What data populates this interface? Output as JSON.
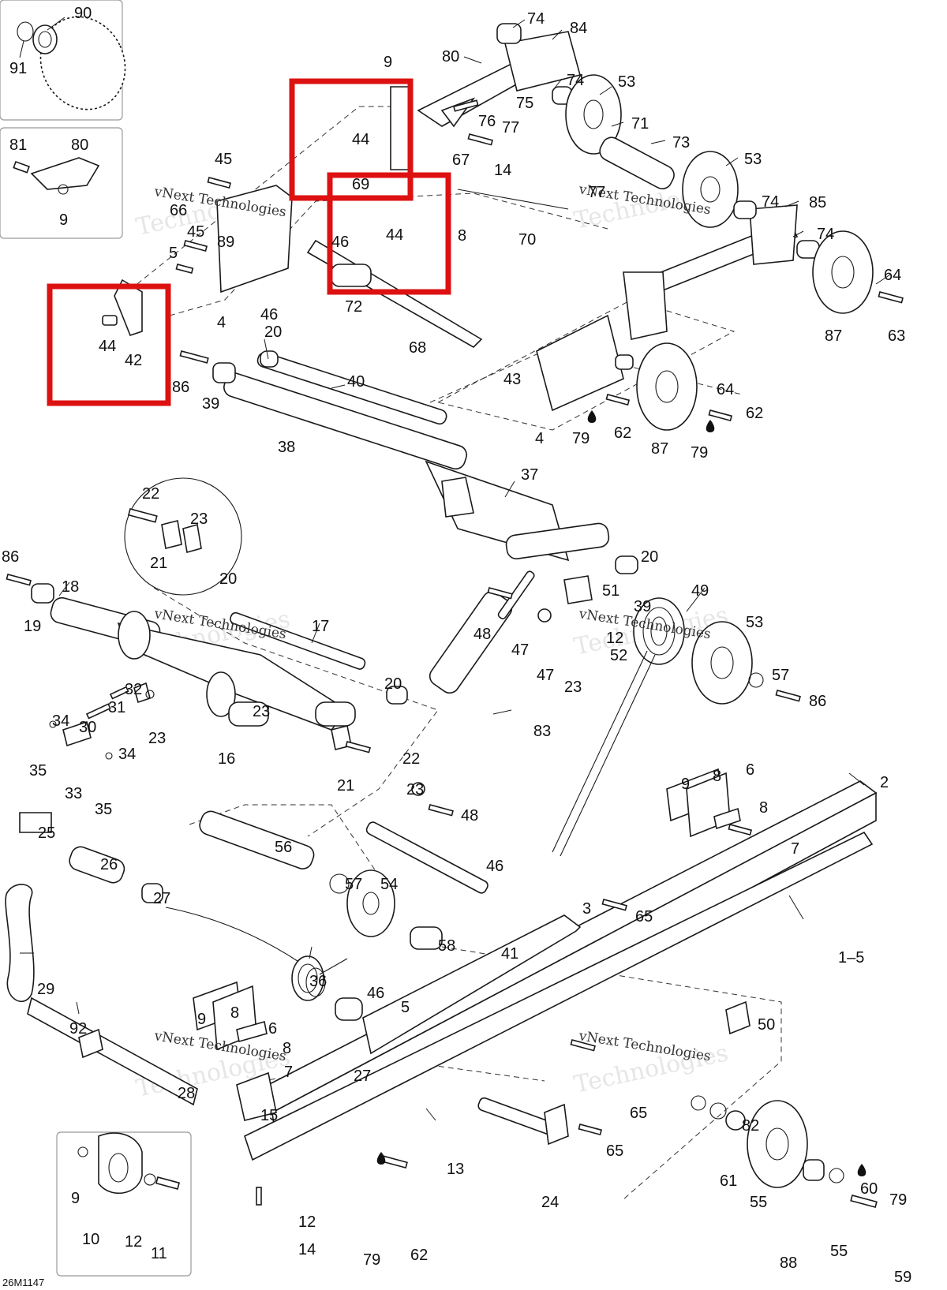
{
  "diagram": {
    "code": "26M1147",
    "watermark": "vNext Technologies",
    "watermark_big": "Technologies",
    "highlight_color": "#dd1111",
    "labels": [
      {
        "id": "l90",
        "text": "90"
      },
      {
        "id": "l91",
        "text": "91"
      },
      {
        "id": "l81",
        "text": "81"
      },
      {
        "id": "l80a",
        "text": "80"
      },
      {
        "id": "l9a",
        "text": "9"
      },
      {
        "id": "l74a",
        "text": "74"
      },
      {
        "id": "l84",
        "text": "84"
      },
      {
        "id": "l80b",
        "text": "80"
      },
      {
        "id": "l9b",
        "text": "9"
      },
      {
        "id": "l74b",
        "text": "74"
      },
      {
        "id": "l53a",
        "text": "53"
      },
      {
        "id": "l75",
        "text": "75"
      },
      {
        "id": "l76",
        "text": "76"
      },
      {
        "id": "l77a",
        "text": "77"
      },
      {
        "id": "l71",
        "text": "71"
      },
      {
        "id": "l73",
        "text": "73"
      },
      {
        "id": "l44a",
        "text": "44"
      },
      {
        "id": "l67",
        "text": "67"
      },
      {
        "id": "l14a",
        "text": "14"
      },
      {
        "id": "l53b",
        "text": "53"
      },
      {
        "id": "l45a",
        "text": "45"
      },
      {
        "id": "l69",
        "text": "69"
      },
      {
        "id": "l77b",
        "text": "77"
      },
      {
        "id": "l74c",
        "text": "74"
      },
      {
        "id": "l85",
        "text": "85"
      },
      {
        "id": "l66",
        "text": "66"
      },
      {
        "id": "l45b",
        "text": "45"
      },
      {
        "id": "l89",
        "text": "89"
      },
      {
        "id": "l46a",
        "text": "46"
      },
      {
        "id": "l44b",
        "text": "44"
      },
      {
        "id": "l8a",
        "text": "8"
      },
      {
        "id": "l70",
        "text": "70"
      },
      {
        "id": "l74d",
        "text": "74"
      },
      {
        "id": "l5a",
        "text": "5"
      },
      {
        "id": "l64a",
        "text": "64"
      },
      {
        "id": "l72",
        "text": "72"
      },
      {
        "id": "l4a",
        "text": "4"
      },
      {
        "id": "l46b",
        "text": "46"
      },
      {
        "id": "l63",
        "text": "63"
      },
      {
        "id": "l87a",
        "text": "87"
      },
      {
        "id": "l44c",
        "text": "44"
      },
      {
        "id": "l42",
        "text": "42"
      },
      {
        "id": "l20a",
        "text": "20"
      },
      {
        "id": "l68",
        "text": "68"
      },
      {
        "id": "l86a",
        "text": "86"
      },
      {
        "id": "l39a",
        "text": "39"
      },
      {
        "id": "l40",
        "text": "40"
      },
      {
        "id": "l43",
        "text": "43"
      },
      {
        "id": "l64b",
        "text": "64"
      },
      {
        "id": "l62a",
        "text": "62"
      },
      {
        "id": "l4b",
        "text": "4"
      },
      {
        "id": "l79a",
        "text": "79"
      },
      {
        "id": "l62b",
        "text": "62"
      },
      {
        "id": "l87b",
        "text": "87"
      },
      {
        "id": "l79b",
        "text": "79"
      },
      {
        "id": "l38",
        "text": "38"
      },
      {
        "id": "l37",
        "text": "37"
      },
      {
        "id": "l22a",
        "text": "22"
      },
      {
        "id": "l23a",
        "text": "23"
      },
      {
        "id": "l21a",
        "text": "21"
      },
      {
        "id": "l86b",
        "text": "86"
      },
      {
        "id": "l20b",
        "text": "20"
      },
      {
        "id": "l18",
        "text": "18"
      },
      {
        "id": "l20c",
        "text": "20"
      },
      {
        "id": "l19",
        "text": "19"
      },
      {
        "id": "l51",
        "text": "51"
      },
      {
        "id": "l49",
        "text": "49"
      },
      {
        "id": "l39b",
        "text": "39"
      },
      {
        "id": "l48a",
        "text": "48"
      },
      {
        "id": "l17",
        "text": "17"
      },
      {
        "id": "l12a",
        "text": "12"
      },
      {
        "id": "l53c",
        "text": "53"
      },
      {
        "id": "l47a",
        "text": "47"
      },
      {
        "id": "l52",
        "text": "52"
      },
      {
        "id": "l47b",
        "text": "47"
      },
      {
        "id": "l23b",
        "text": "23"
      },
      {
        "id": "l57a",
        "text": "57"
      },
      {
        "id": "l20d",
        "text": "20"
      },
      {
        "id": "l86c",
        "text": "86"
      },
      {
        "id": "l32",
        "text": "32"
      },
      {
        "id": "l31",
        "text": "31"
      },
      {
        "id": "l23c",
        "text": "23"
      },
      {
        "id": "l34a",
        "text": "34"
      },
      {
        "id": "l30",
        "text": "30"
      },
      {
        "id": "l23d",
        "text": "23"
      },
      {
        "id": "l83",
        "text": "83"
      },
      {
        "id": "l34b",
        "text": "34"
      },
      {
        "id": "l16",
        "text": "16"
      },
      {
        "id": "l22b",
        "text": "22"
      },
      {
        "id": "l35a",
        "text": "35"
      },
      {
        "id": "l21b",
        "text": "21"
      },
      {
        "id": "l33",
        "text": "33"
      },
      {
        "id": "l35b",
        "text": "35"
      },
      {
        "id": "l23e",
        "text": "23"
      },
      {
        "id": "l9c",
        "text": "9"
      },
      {
        "id": "l8b",
        "text": "8"
      },
      {
        "id": "l6a",
        "text": "6"
      },
      {
        "id": "l2",
        "text": "2"
      },
      {
        "id": "l8c",
        "text": "8"
      },
      {
        "id": "l48b",
        "text": "48"
      },
      {
        "id": "l25",
        "text": "25"
      },
      {
        "id": "l7a",
        "text": "7"
      },
      {
        "id": "l56",
        "text": "56"
      },
      {
        "id": "l46c",
        "text": "46"
      },
      {
        "id": "l26",
        "text": "26"
      },
      {
        "id": "l57b",
        "text": "57"
      },
      {
        "id": "l54",
        "text": "54"
      },
      {
        "id": "l27a",
        "text": "27"
      },
      {
        "id": "l3",
        "text": "3"
      },
      {
        "id": "l65a",
        "text": "65"
      },
      {
        "id": "l58",
        "text": "58"
      },
      {
        "id": "l41",
        "text": "41"
      },
      {
        "id": "l15",
        "text": "1–5"
      },
      {
        "id": "l29",
        "text": "29"
      },
      {
        "id": "l36",
        "text": "36"
      },
      {
        "id": "l46d",
        "text": "46"
      },
      {
        "id": "l5b",
        "text": "5"
      },
      {
        "id": "l92",
        "text": "92"
      },
      {
        "id": "l9d",
        "text": "9"
      },
      {
        "id": "l8d",
        "text": "8"
      },
      {
        "id": "l6b",
        "text": "6"
      },
      {
        "id": "l50",
        "text": "50"
      },
      {
        "id": "l8e",
        "text": "8"
      },
      {
        "id": "l7b",
        "text": "7"
      },
      {
        "id": "l27b",
        "text": "27"
      },
      {
        "id": "l28",
        "text": "28"
      },
      {
        "id": "l65b",
        "text": "65"
      },
      {
        "id": "l15b",
        "text": "15"
      },
      {
        "id": "l82",
        "text": "82"
      },
      {
        "id": "l13",
        "text": "13"
      },
      {
        "id": "l65c",
        "text": "65"
      },
      {
        "id": "l61",
        "text": "61"
      },
      {
        "id": "l24",
        "text": "24"
      },
      {
        "id": "l55a",
        "text": "55"
      },
      {
        "id": "l9e",
        "text": "9"
      },
      {
        "id": "l60",
        "text": "60"
      },
      {
        "id": "l79c",
        "text": "79"
      },
      {
        "id": "l10",
        "text": "10"
      },
      {
        "id": "l12b",
        "text": "12"
      },
      {
        "id": "l11",
        "text": "11"
      },
      {
        "id": "l12c",
        "text": "12"
      },
      {
        "id": "l14b",
        "text": "14"
      },
      {
        "id": "l79d",
        "text": "79"
      },
      {
        "id": "l62c",
        "text": "62"
      },
      {
        "id": "l88",
        "text": "88"
      },
      {
        "id": "l55b",
        "text": "55"
      },
      {
        "id": "l59",
        "text": "59"
      }
    ]
  }
}
